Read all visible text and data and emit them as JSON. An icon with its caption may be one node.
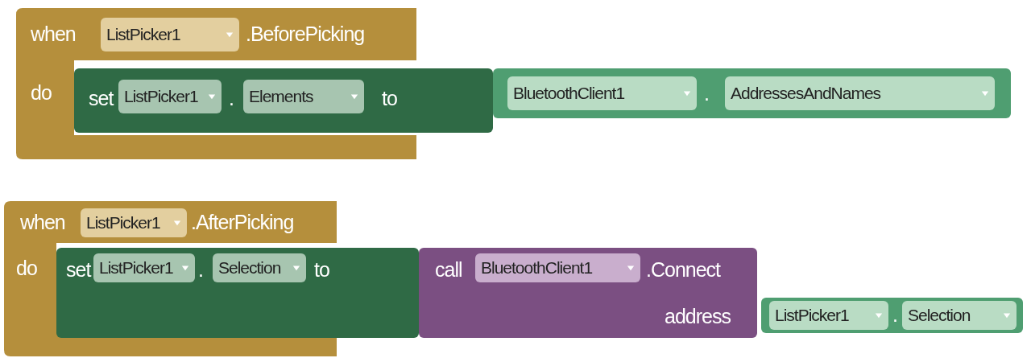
{
  "diagram": {
    "nodes": [
      {
        "text": [
          "when",
          ".BeforePicking",
          "do"
        ]
      },
      {
        "text": [
          "ListPicker1"
        ],
        "in": 0
      },
      {
        "text": [
          "set",
          ".",
          "to"
        ]
      },
      {
        "text": [
          "ListPicker1"
        ],
        "in": 2
      },
      {
        "text": [
          "Elements"
        ],
        "in": 2
      },
      {
        "text": [
          "."
        ]
      },
      {
        "text": [
          "BluetoothClient1"
        ],
        "in": 5
      },
      {
        "text": [
          "AddressesAndNames"
        ],
        "in": 5
      },
      {
        "text": [
          "when",
          ".AfterPicking",
          "do"
        ]
      },
      {
        "text": [
          "ListPicker1"
        ],
        "in": 8
      },
      {
        "text": [
          "set",
          ".",
          "to"
        ]
      },
      {
        "text": [
          "ListPicker1"
        ],
        "in": 10
      },
      {
        "text": [
          "Selection"
        ],
        "in": 10
      },
      {
        "text": [
          "call",
          ".Connect",
          "address"
        ]
      },
      {
        "text": [
          "BluetoothClient1"
        ],
        "in": 13
      },
      {
        "text": [
          "."
        ]
      },
      {
        "text": [
          "ListPicker1"
        ],
        "in": 15
      },
      {
        "text": [
          "Selection"
        ],
        "in": 15
      }
    ]
  }
}
